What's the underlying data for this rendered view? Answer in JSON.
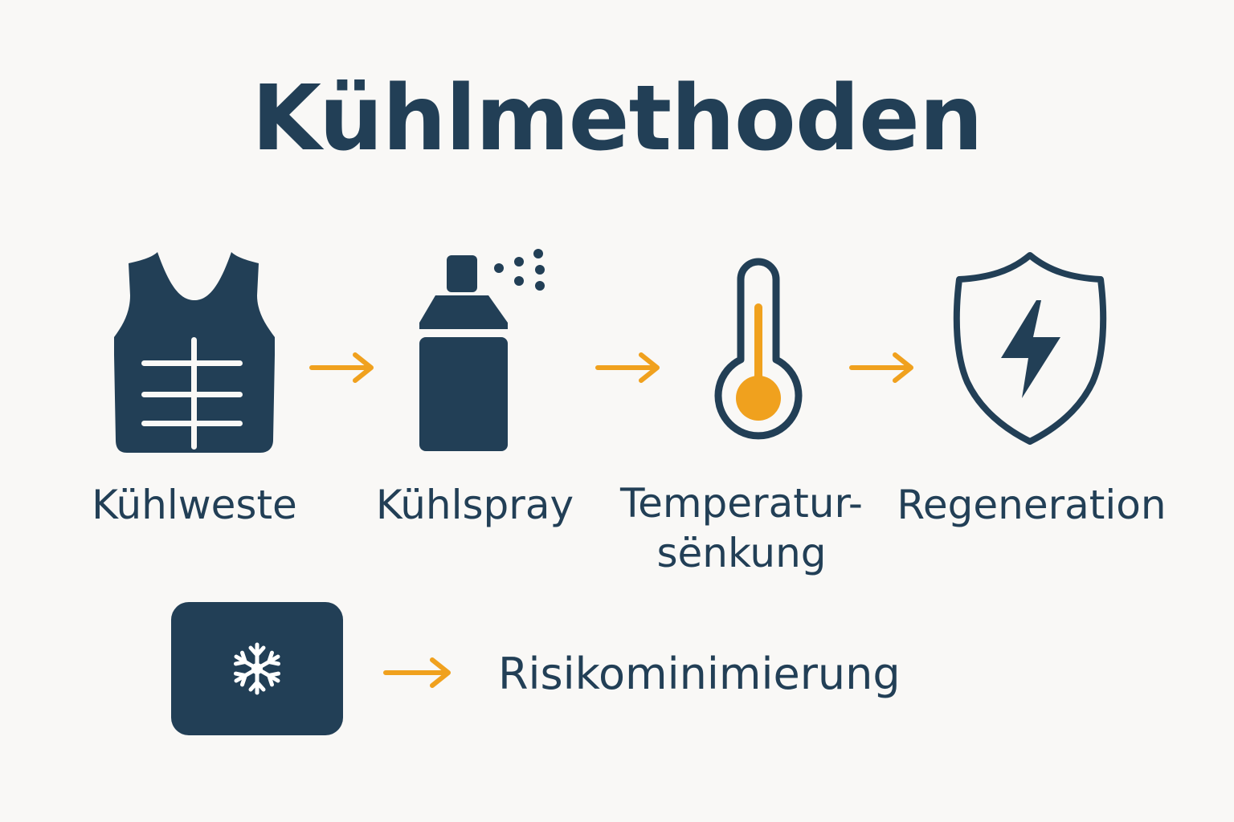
{
  "title": "Kühlmethoden",
  "steps": [
    {
      "label": "Kühlweste",
      "icon": "cooling-vest-icon"
    },
    {
      "label": "Kühlspray",
      "icon": "spray-can-icon"
    },
    {
      "label_line1": "Temperatur-",
      "label_line2": "sënkung",
      "icon": "thermometer-icon"
    },
    {
      "label": "Regeneration",
      "icon": "shield-lightning-icon"
    }
  ],
  "result": {
    "label": "Risikominimierung",
    "icon": "snowflake-icon"
  },
  "colors": {
    "primary": "#223f56",
    "accent": "#f0a11e",
    "background": "#f9f8f6"
  }
}
